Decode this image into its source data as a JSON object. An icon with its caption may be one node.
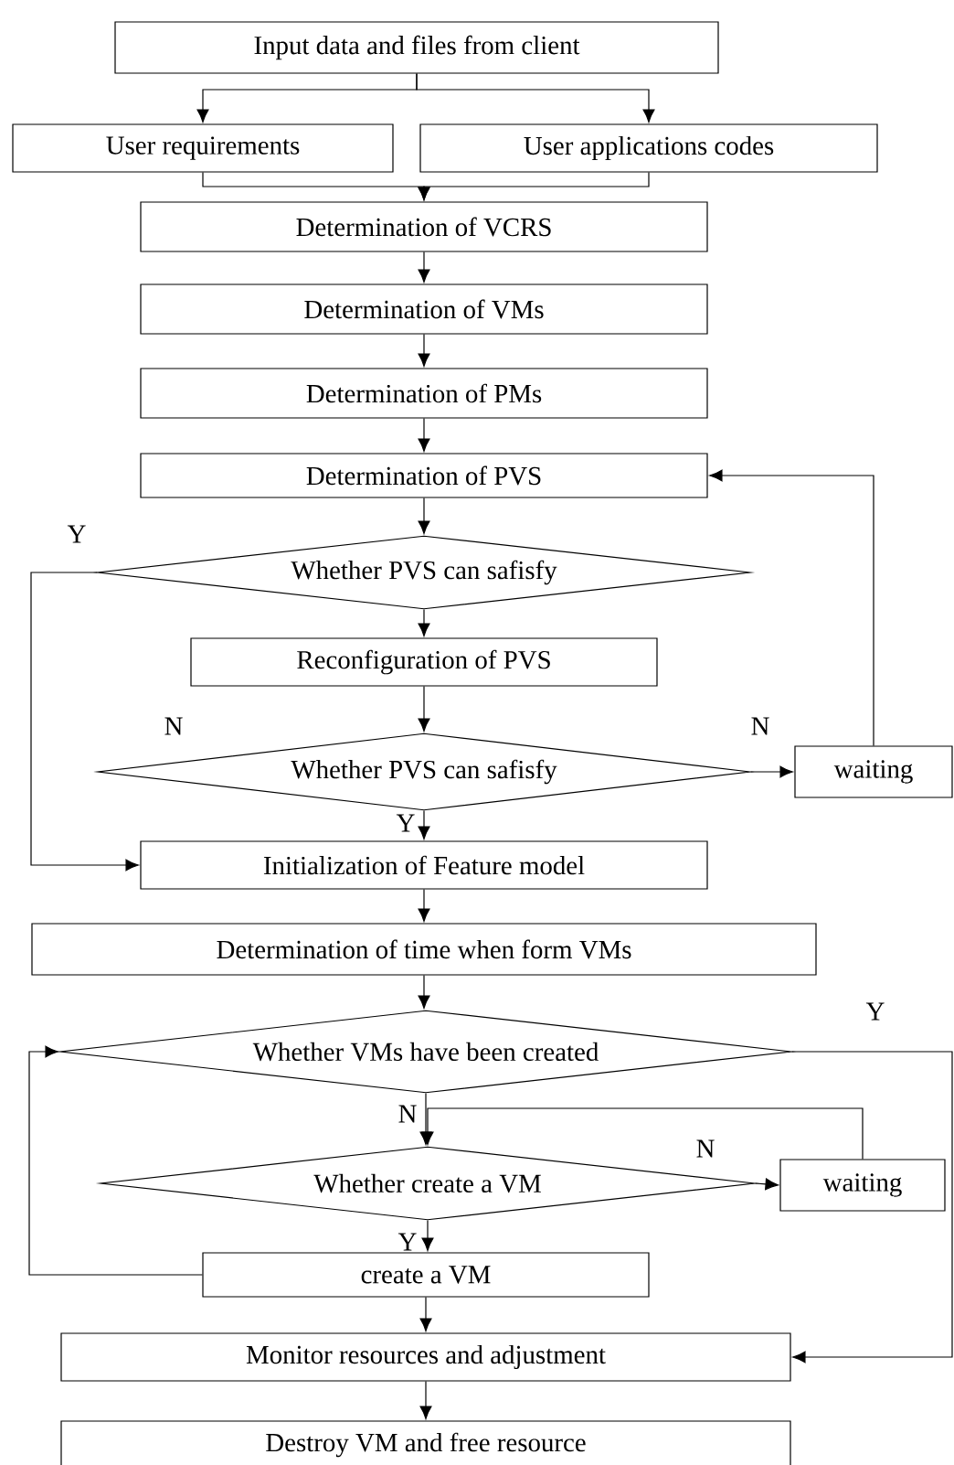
{
  "diagram": {
    "nodes": [
      {
        "text": [
          "Input data and files from client"
        ]
      },
      {
        "text": [
          "User requirements"
        ]
      },
      {
        "text": [
          "User applications codes"
        ]
      },
      {
        "text": [
          "Determination of VCRS"
        ]
      },
      {
        "text": [
          "Determination of VMs"
        ]
      },
      {
        "text": [
          "Determination of PMs"
        ]
      },
      {
        "text": [
          "Determination of PVS"
        ]
      },
      {
        "text": [
          "Whether PVS can safisfy"
        ]
      },
      {
        "text": [
          "Reconfiguration of PVS"
        ]
      },
      {
        "text": [
          "Whether PVS can safisfy"
        ]
      },
      {
        "text": [
          "waiting"
        ]
      },
      {
        "text": [
          "Initialization of Feature model"
        ]
      },
      {
        "text": [
          "Determination of time when form VMs"
        ]
      },
      {
        "text": [
          "Whether VMs have been created"
        ]
      },
      {
        "text": [
          "Whether create a VM"
        ]
      },
      {
        "text": [
          "waiting"
        ]
      },
      {
        "text": [
          "create a VM"
        ]
      },
      {
        "text": [
          "Monitor resources and adjustment"
        ]
      },
      {
        "text": [
          "Destroy VM and free resource"
        ]
      }
    ],
    "edges": [
      {
        "from": 0,
        "to": 1,
        "arrow": "to"
      },
      {
        "from": 0,
        "to": 2,
        "arrow": "to"
      },
      {
        "from": 1,
        "to": 3,
        "arrow": "to"
      },
      {
        "from": 2,
        "to": 3,
        "arrow": "to"
      },
      {
        "from": 3,
        "to": 4,
        "arrow": "to"
      },
      {
        "from": 4,
        "to": 5,
        "arrow": "to"
      },
      {
        "from": 5,
        "to": 6,
        "arrow": "to"
      },
      {
        "from": 6,
        "to": 7,
        "arrow": "to"
      },
      {
        "from": 7,
        "to": 8,
        "arrow": "to"
      },
      {
        "from": 8,
        "to": 9,
        "arrow": "to"
      },
      {
        "from": 7,
        "to": 11,
        "arrow": "to",
        "label": "Y"
      },
      {
        "from": 9,
        "to": 11,
        "arrow": "to",
        "label": "Y"
      },
      {
        "from": 9,
        "to": 10,
        "arrow": "to",
        "label": "N"
      },
      {
        "from": 10,
        "to": 6,
        "arrow": "to"
      },
      {
        "from": 11,
        "to": 12,
        "arrow": "to"
      },
      {
        "from": 12,
        "to": 13,
        "arrow": "to"
      },
      {
        "from": 13,
        "to": 14,
        "arrow": "to",
        "label": "N"
      },
      {
        "from": 13,
        "to": 17,
        "arrow": "to",
        "label": "Y"
      },
      {
        "from": 14,
        "to": 15,
        "arrow": "to",
        "label": "N"
      },
      {
        "from": 15,
        "to": 14,
        "arrow": "to"
      },
      {
        "from": 14,
        "to": 16,
        "arrow": "to",
        "label": "Y"
      },
      {
        "from": 16,
        "to": 13,
        "arrow": "to"
      },
      {
        "from": 17,
        "to": 18,
        "arrow": "to"
      },
      {
        "from": 16,
        "to": 17,
        "arrow": "to"
      }
    ],
    "labels": [
      "N"
    ]
  }
}
